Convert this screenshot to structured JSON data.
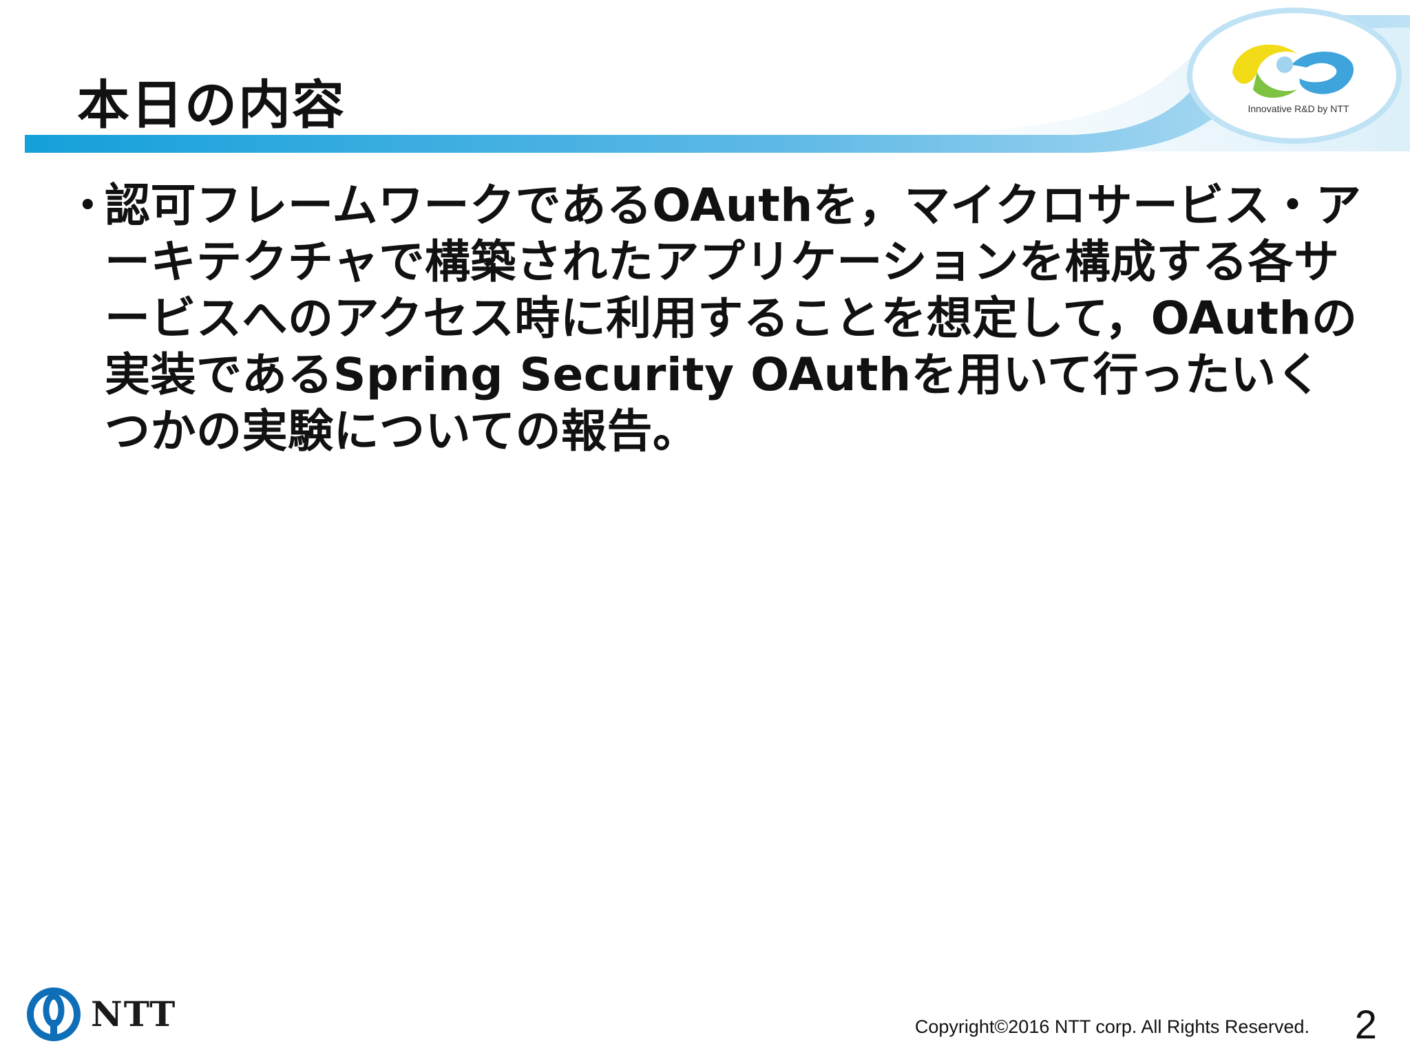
{
  "slide": {
    "title": "本日の内容",
    "bullets": [
      "認可フレームワークであるOAuthを，マイクロサービス・アーキテクチャで構築されたアプリケーションを構成する各サービスへのアクセス時に利用することを想定して，OAuthの実装であるSpring Security OAuthを用いて行ったいくつかの実験についての報告。"
    ],
    "bullet_symbol": "•"
  },
  "branding": {
    "innovative_logo_caption": "Innovative R&D by NTT",
    "company_wordmark": "NTT",
    "accent_color": "#1aa3dc",
    "logo_colors": {
      "yellow": "#f2dc18",
      "green": "#7ec242",
      "blue": "#3fa4dc",
      "light_blue": "#9fd3ef"
    }
  },
  "footer": {
    "copyright": "Copyright©2016  NTT corp. All Rights Reserved.",
    "page_number": "2"
  }
}
